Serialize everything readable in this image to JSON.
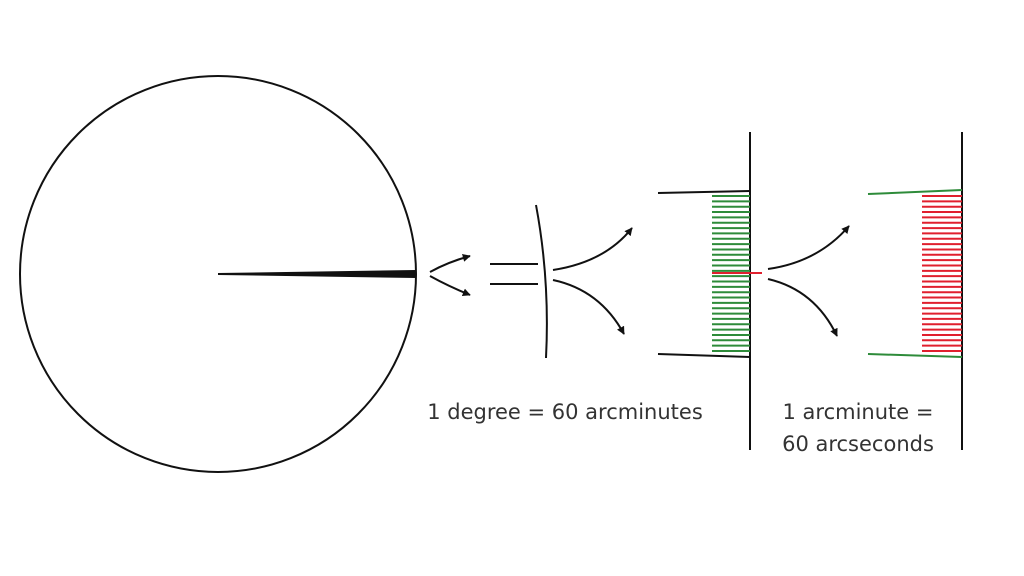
{
  "labels": {
    "degree": "1 degree = 60 arcminutes",
    "arcminute_line1": "1 arcminute =",
    "arcminute_line2": "60 arcseconds"
  },
  "colors": {
    "line": "#111111",
    "arcminute_lines": "#2e8b3a",
    "arcsecond_lines": "#e0202e",
    "text": "#333333"
  },
  "magnify": {
    "green_line_count": 30,
    "red_line_count": 30
  }
}
